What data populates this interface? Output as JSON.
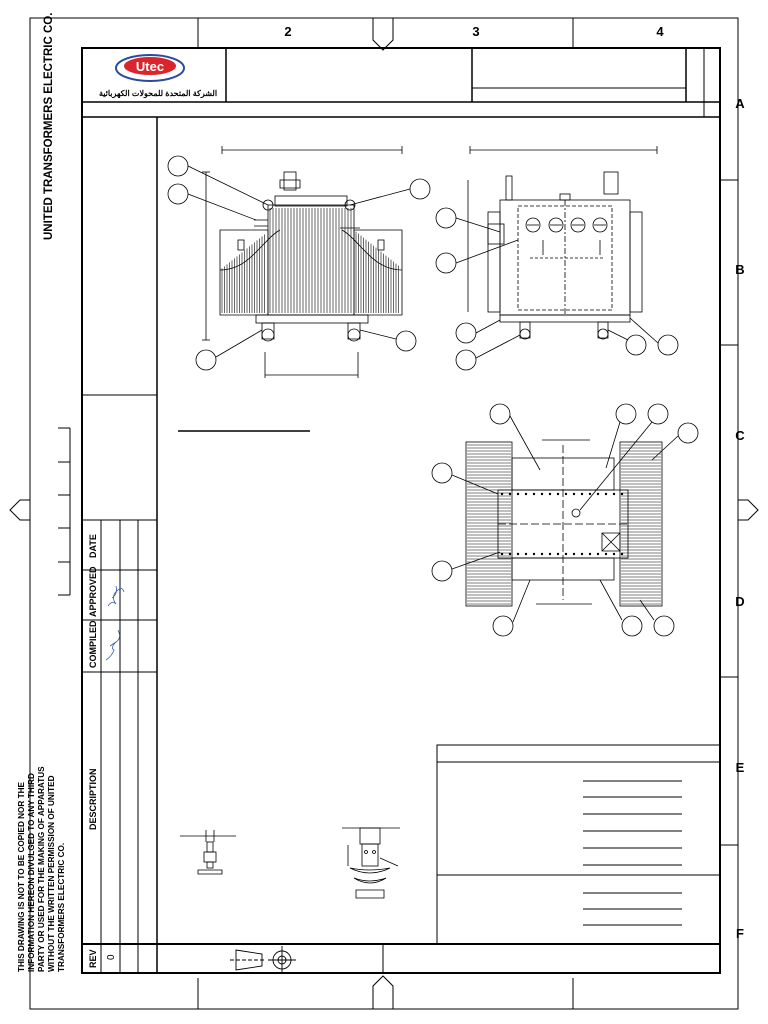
{
  "sheet": {
    "column_markers": [
      "2",
      "3",
      "4"
    ],
    "row_markers": [
      "A",
      "B",
      "C",
      "D",
      "E",
      "F"
    ]
  },
  "company": {
    "name": "UNITED TRANSFORMERS ELECTRIC CO.",
    "logo_text": "Utec",
    "logo_arabic": "الشركة المتحدة للمحولات الكهربائية"
  },
  "disclaimer": {
    "lines": [
      "THIS DRAWING IS NOT TO BE COPIED NOR THE",
      "INFORMATION HEREON DIVULGED TO ANY THIRD",
      "PARTY OR USED FOR THE MAKING OF APPARATUS",
      "WITHOUT THE WRITTEN PERMISSION OF UNITED",
      "TRANSFORMERS ELECTRIC CO."
    ]
  },
  "revision_block": {
    "rev_label": "REV",
    "rev_value": "0",
    "description_label": "DESCRIPTION",
    "compiled_label": "COMPILED",
    "approved_label": "APPROVED",
    "date_label": "DATE"
  },
  "colors": {
    "logo_red": "#d8262c",
    "logo_blue": "#2b4aa0",
    "line": "#000000"
  }
}
